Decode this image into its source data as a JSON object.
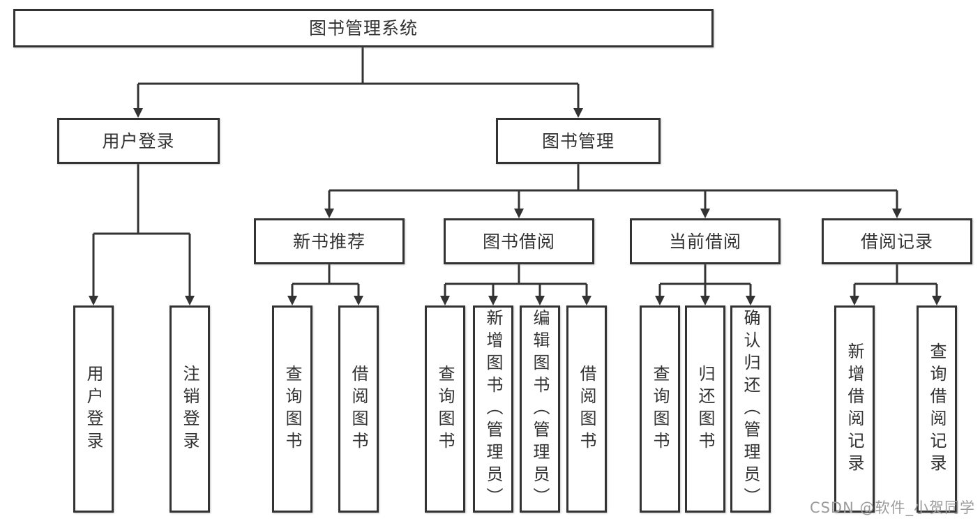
{
  "diagram": {
    "type": "function-structure-tree",
    "colors": {
      "line": "#333333",
      "box_border": "#333333",
      "box_fill": "#ffffff",
      "text": "#333333",
      "watermark_text": "#9b9b9b",
      "background": "#ffffff"
    },
    "watermark": "CSDN @软件_小贺同学",
    "tree": {
      "label": "图书管理系统",
      "children": [
        {
          "label": "用户登录",
          "children": [
            {
              "label": "用户登录"
            },
            {
              "label": "注销登录"
            }
          ]
        },
        {
          "label": "图书管理",
          "children": [
            {
              "label": "新书推荐",
              "children": [
                {
                  "label": "查询图书"
                },
                {
                  "label": "借阅图书"
                }
              ]
            },
            {
              "label": "图书借阅",
              "children": [
                {
                  "label": "查询图书"
                },
                {
                  "label": "新增图书（管理员）"
                },
                {
                  "label": "编辑图书（管理员）"
                },
                {
                  "label": "借阅图书"
                }
              ]
            },
            {
              "label": "当前借阅",
              "children": [
                {
                  "label": "查询图书"
                },
                {
                  "label": "归还图书"
                },
                {
                  "label": "确认归还（管理员）"
                }
              ]
            },
            {
              "label": "借阅记录",
              "children": [
                {
                  "label": "新增借阅记录"
                },
                {
                  "label": "查询借阅记录"
                }
              ]
            }
          ]
        }
      ]
    }
  }
}
